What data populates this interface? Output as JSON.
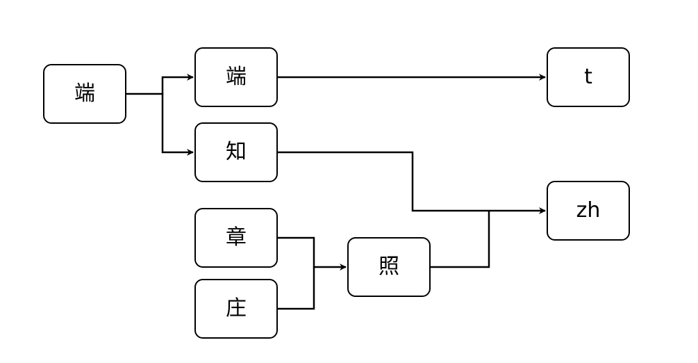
{
  "nodes": {
    "root": "端",
    "duan": "端",
    "zhi": "知",
    "zhang": "章",
    "zhuang": "庄",
    "zhao": "照",
    "t": "t",
    "zh": "zh"
  },
  "edges": [
    {
      "from": "root",
      "to": "duan"
    },
    {
      "from": "root",
      "to": "zhi"
    },
    {
      "from": "duan",
      "to": "t"
    },
    {
      "from": "zhi",
      "to": "zh"
    },
    {
      "from": "zhang",
      "to": "zhao"
    },
    {
      "from": "zhuang",
      "to": "zhao"
    },
    {
      "from": "zhao",
      "to": "zh"
    }
  ]
}
